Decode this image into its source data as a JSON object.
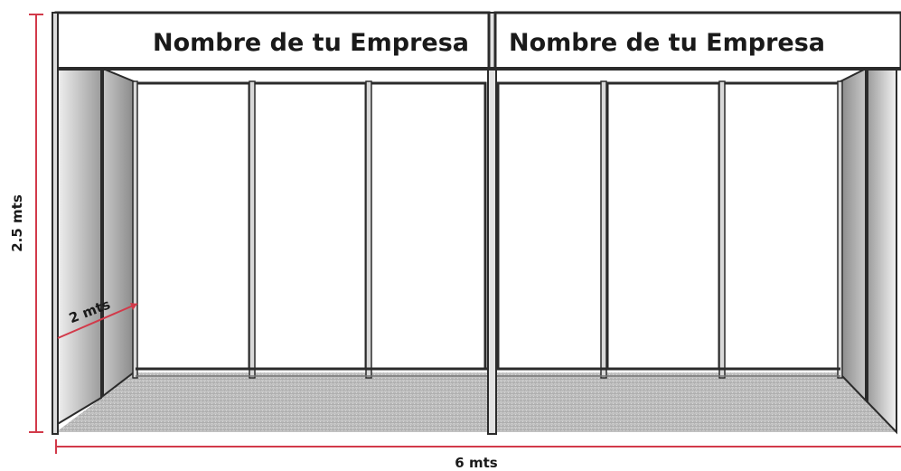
{
  "fascia": {
    "left_label": "Nombre de tu Empresa",
    "right_label": "Nombre de tu Empresa"
  },
  "dimensions": {
    "height_label": "2.5 mts",
    "depth_label": "2 mts",
    "width_label": "6 mts"
  },
  "colors": {
    "dimension_line": "#d23a4a",
    "frame": "#2b2b2b",
    "panel": "#ffffff",
    "side_wall_light": "#e8e8e8",
    "side_wall_dark": "#9a9a9a",
    "floor": "#bdbdbd"
  }
}
